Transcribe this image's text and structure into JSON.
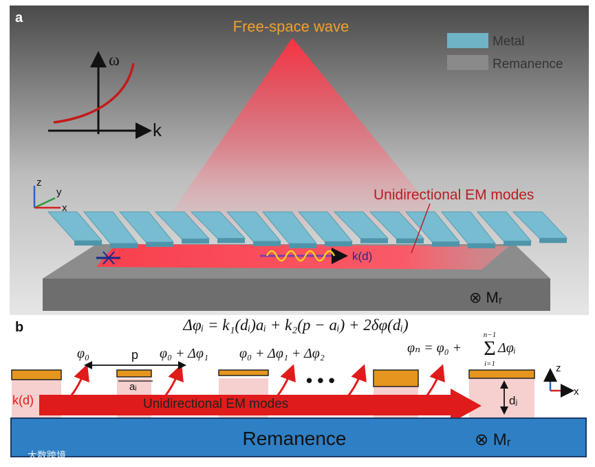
{
  "panel_a": {
    "label": "a",
    "free_space_wave": "Free-space wave",
    "legend": [
      {
        "label": "Metal",
        "color": "#6fb3c7"
      },
      {
        "label": "Remanence",
        "color": "#8a8a8a"
      }
    ],
    "dispersion": {
      "omega": "ω",
      "k": "k"
    },
    "axes": {
      "z": "z",
      "y": "y",
      "x": "x"
    },
    "unidirectional_label": "Unidirectional EM modes",
    "k_label": "k(d)",
    "mr_label": "⊗ Mᵣ"
  },
  "panel_b": {
    "label": "b",
    "main_equation": "Δφᵢ = k₁(dᵢ)aᵢ + k₂(p − aᵢ) + 2δφ(dᵢ)",
    "phi0": "φ₀",
    "p": "p",
    "phi0_dphi1": "φ₀ + Δφ₁",
    "phi0_dphi1_dphi2": "φ₀ + Δφ₁ + Δφ₂",
    "dots": "• • •",
    "phin_eq": "φₙ = φ₀ +",
    "sum_sign": "Σ",
    "sum_upper": "n−1",
    "sum_lower": "i=1",
    "sum_term": "Δφᵢ",
    "a_i": "aᵢ",
    "k_d": "k(d)",
    "modes": "Unidirectional EM modes",
    "d_j": "dⱼ",
    "remanence": "Remanence",
    "mr": "⊗ Mᵣ",
    "axes": {
      "z": "z",
      "x": "x"
    },
    "colors": {
      "metal": "#e6961e",
      "substrate": "#2f7fc4",
      "arrow": "#e01b1b",
      "field": "#f6cfcf"
    }
  },
  "watermark": "大数跨境"
}
